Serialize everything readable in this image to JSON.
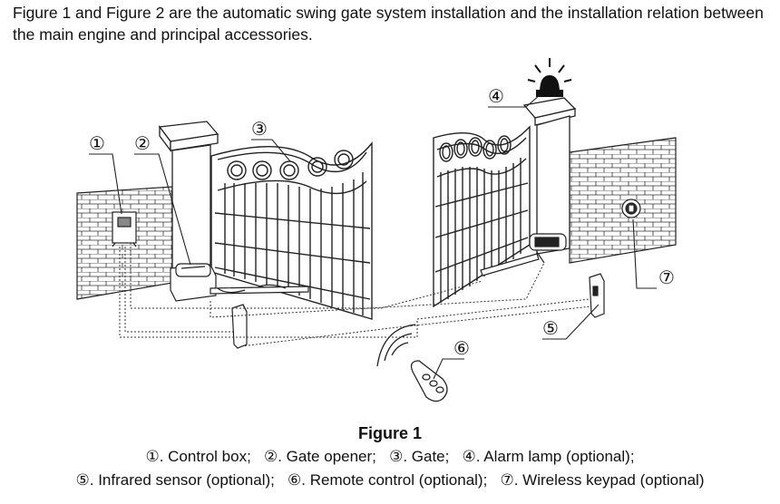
{
  "intro_text": "Figure 1 and Figure 2 are the automatic swing gate system installation and the installation relation between the main engine and principal accessories.",
  "callouts": [
    "①",
    "②",
    "③",
    "④",
    "⑤",
    "⑥",
    "⑦"
  ],
  "figure_title": "Figure 1",
  "legend": [
    "①. Control box;",
    "②. Gate opener;",
    "③.  Gate;",
    "④. Alarm lamp (optional);",
    "⑤. Infrared sensor (optional);",
    "⑥.  Remote control (optional);",
    "⑦. Wireless keypad (optional)"
  ],
  "colors": {
    "line": "#222222",
    "background": "#ffffff"
  }
}
